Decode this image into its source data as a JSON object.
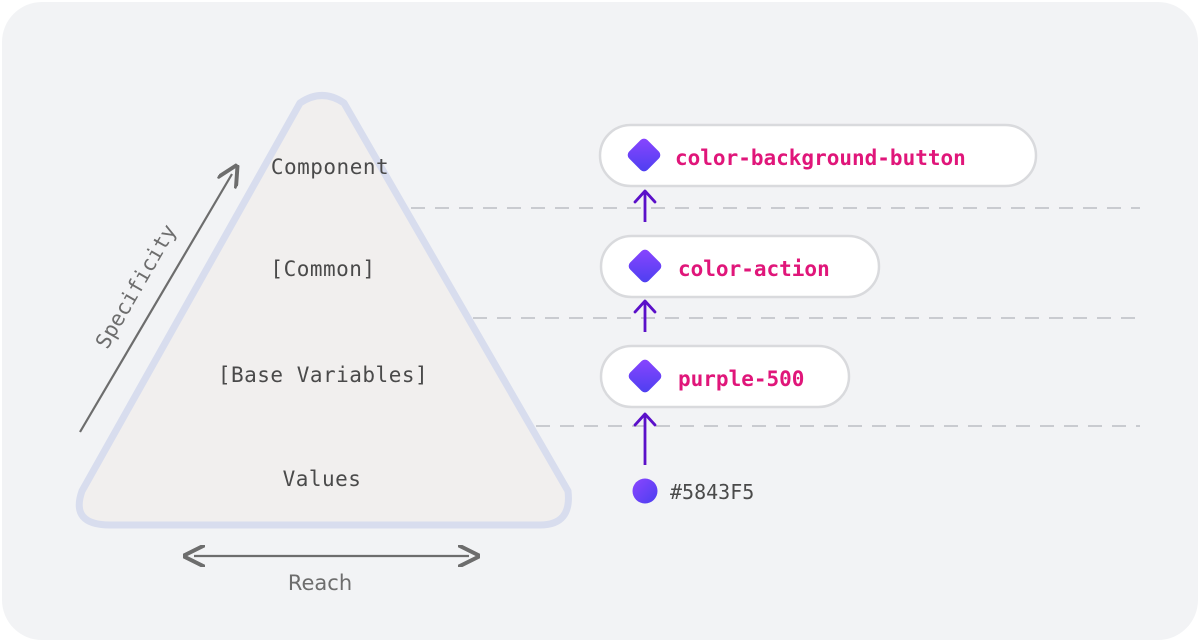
{
  "pyramid": {
    "levels": [
      {
        "label": "Component"
      },
      {
        "label": "[Common]"
      },
      {
        "label": "[Base Variables]"
      },
      {
        "label": "Values"
      }
    ],
    "axis_vertical_label": "Specificity",
    "axis_horizontal_label": "Reach"
  },
  "tokens": [
    {
      "label": "color-background-button",
      "icon": "diamond-icon"
    },
    {
      "label": "color-action",
      "icon": "diamond-icon"
    },
    {
      "label": "purple-500",
      "icon": "diamond-icon"
    }
  ],
  "value": {
    "label": "#5843F5",
    "icon": "circle-swatch-icon"
  },
  "colors": {
    "page_background": "#F2F3F5",
    "pyramid_fill": "#F1EFEE",
    "pyramid_stroke": "#D8DDEE",
    "divider": "#C9CBD0",
    "token_text": "#E0167A",
    "token_swatch_start": "#8B45FF",
    "token_swatch_end": "#4B3FF0",
    "arrow": "#5B10C9",
    "label_text": "#4A4A4A",
    "axis": "#6D6D6D"
  }
}
